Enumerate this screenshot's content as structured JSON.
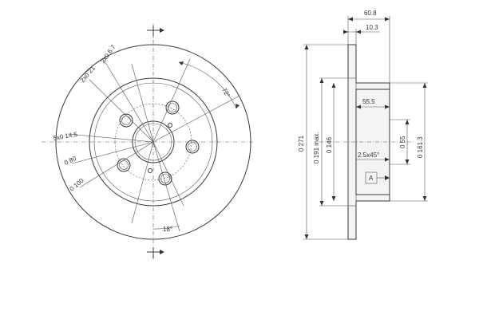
{
  "front_view": {
    "bolt_holes": "5x0 14.5",
    "small_holes_1": "2x0 6.7",
    "small_holes_2": "2x0 21",
    "pcd": "0 80",
    "hub_dia": "0 100",
    "angle_72": "72°",
    "angle_18": "18°"
  },
  "side_view": {
    "overall_width": "60.8",
    "disc_thickness": "10.3",
    "outer_dia": "0 271",
    "max_wear_dia": "0 191 max.",
    "hat_outer_dia": "0 146",
    "hat_depth": "55.5",
    "chamfer": "2.5x45°",
    "bore_dia": "0 55",
    "inner_dia": "0 161.3",
    "datum": "A"
  },
  "colors": {
    "line": "#3a3a3a",
    "accent": "#555555"
  }
}
